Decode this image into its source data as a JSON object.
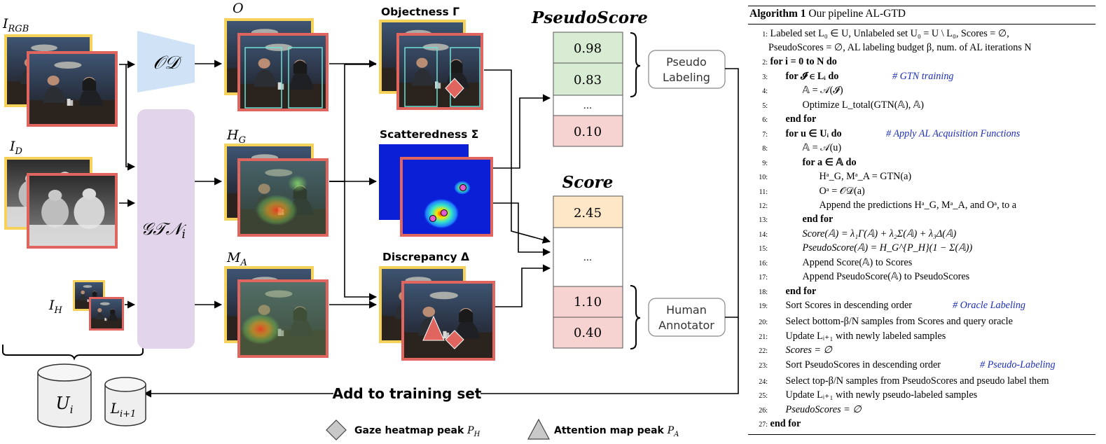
{
  "inputs": {
    "rgb": "I_RGB",
    "depth": "I_D",
    "head": "I_H"
  },
  "modules": {
    "od": "𝒪𝒟",
    "gtn": "𝒢𝒯𝒩",
    "gtn_sub": "i"
  },
  "outputs": {
    "o": "O",
    "hg": "H",
    "hg_sub": "G",
    "ma": "M",
    "ma_sub": "A"
  },
  "acquisition": {
    "objectness": "Objectness Γ",
    "scatteredness": "Scatteredness Σ",
    "discrepancy": "Discrepancy Δ"
  },
  "pseudo_score": {
    "title": "PseudoScore",
    "values": [
      "0.98",
      "0.83",
      "...",
      "0.10"
    ]
  },
  "score": {
    "title": "Score",
    "values": [
      "2.45",
      "...",
      "1.10",
      "0.40"
    ]
  },
  "labels": {
    "pseudo_labeling_line1": "Pseudo",
    "pseudo_labeling_line2": "Labeling",
    "human_annotator_line1": "Human",
    "human_annotator_line2": "Annotator",
    "add_to_training": "Add to training set",
    "ui": "U",
    "ui_sub": "i",
    "l_next": "L",
    "l_next_sub": "i+1"
  },
  "legend": {
    "gaze_peak": "Gaze heatmap peak",
    "gaze_sym": "P",
    "gaze_sub": "H",
    "attention_peak": "Attention map peak",
    "attention_sym": "P",
    "attention_sub": "A"
  },
  "colors": {
    "yellow_frame": "#f7d25a",
    "red_frame": "#e0655f",
    "od_blue": "#cfe2f6",
    "gtn_purple": "#e2d4ea",
    "green_cell": "#d8ecd3",
    "red_cell": "#f6d3d1",
    "orange_cell": "#fde7c7",
    "comment_blue": "#1c2ebb"
  },
  "algorithm": {
    "title_bold": "Algorithm 1",
    "title_rest": "Our pipeline AL-GTD",
    "lines": [
      "Labeled set L₀ ∈ U, Unlabeled set U₀ = U \\ L₀, Scores = ∅,",
      "PseudoScores = ∅, AL labeling budget β, num. of AL iterations N",
      "for i = 0 to N do",
      "for 𝓘 ∈ Lᵢ do",
      "# GTN training",
      "𝔸 = 𝒜(𝓘)",
      "Optimize L_total(GTN(𝔸), 𝔸)",
      "end for",
      "for u ∈ Uᵢ do",
      "# Apply AL Acquisition Functions",
      "𝔸 = 𝒜(u)",
      "for a ∈ 𝔸 do",
      "Hᵃ_G, Mᵃ_A = GTN(a)",
      "Oᵃ = 𝒪𝒟(a)",
      "Append the predictions Hᵃ_G, Mᵃ_A, and Oᵃ, to a",
      "end for",
      "Score(𝔸) = λ₁Γ(𝔸) + λ₂Σ(𝔸) + λ₃Δ(𝔸)",
      "PseudoScore(𝔸) = H_G^{P_H}(1 − Σ(𝔸))",
      "Append Score(𝔸) to Scores",
      "Append PseudoScore(𝔸) to PseudoScores",
      "end for",
      "Sort Scores in descending order",
      "# Oracle Labeling",
      "Select bottom-β/N samples from Scores and query oracle",
      "Update Lᵢ₊₁ with newly labeled samples",
      "Scores = ∅",
      "Sort PseudoScores in descending order",
      "# Pseudo-Labeling",
      "Select top-β/N samples from PseudoScores and pseudo label them",
      "Update Lᵢ₊₁ with newly pseudo-labeled samples",
      "PseudoScores = ∅",
      "end for"
    ],
    "line_numbers": [
      "1:",
      "2:",
      "3:",
      "4:",
      "5:",
      "6:",
      "7:",
      "8:",
      "9:",
      "10:",
      "11:",
      "12:",
      "13:",
      "14:",
      "15:",
      "16:",
      "17:",
      "18:",
      "19:",
      "20:",
      "21:",
      "22:",
      "23:",
      "24:",
      "25:",
      "26:",
      "27:"
    ]
  }
}
